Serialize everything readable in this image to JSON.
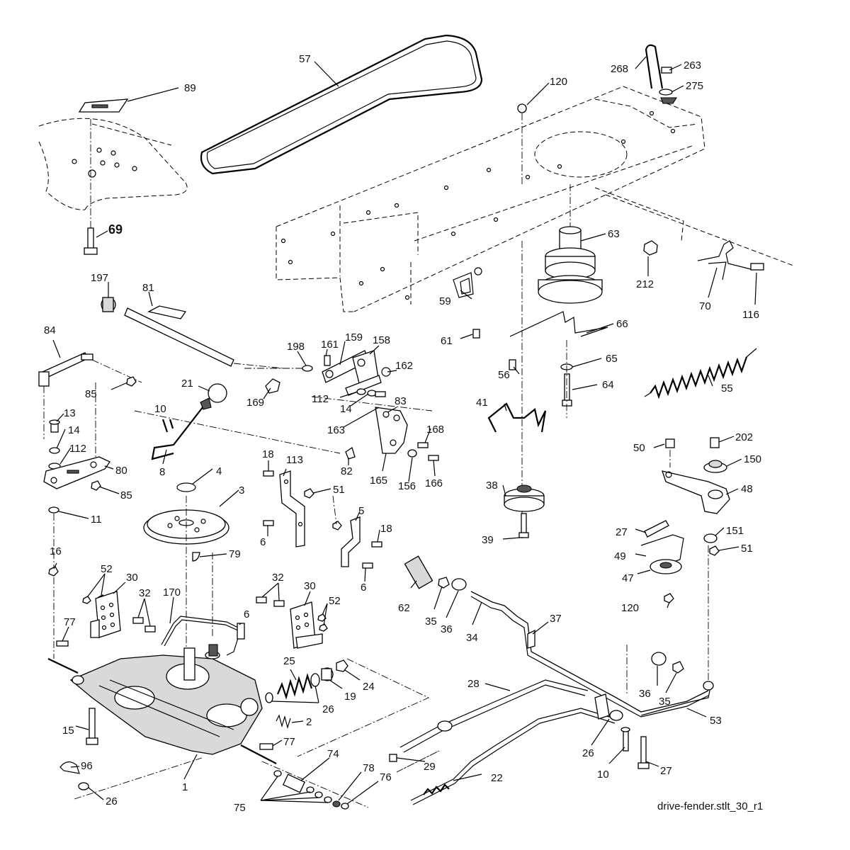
{
  "diagram": {
    "caption": "drive-fender.stlt_30_r1",
    "part_labels": [
      "57",
      "89",
      "268",
      "263",
      "275",
      "120",
      "69",
      "63",
      "212",
      "70",
      "116",
      "197",
      "81",
      "59",
      "61",
      "66",
      "84",
      "85",
      "198",
      "161",
      "159",
      "158",
      "162",
      "112",
      "14",
      "65",
      "56",
      "64",
      "55",
      "169",
      "163",
      "83",
      "168",
      "21",
      "41",
      "10",
      "13",
      "14",
      "112",
      "8",
      "82",
      "165",
      "156",
      "166",
      "50",
      "202",
      "150",
      "18",
      "113",
      "51",
      "38",
      "48",
      "4",
      "3",
      "80",
      "85",
      "11",
      "5",
      "18",
      "6",
      "27",
      "151",
      "39",
      "51",
      "6",
      "79",
      "49",
      "47",
      "16",
      "52",
      "30",
      "32",
      "170",
      "30",
      "32",
      "52",
      "62",
      "35",
      "36",
      "34",
      "37",
      "120",
      "6",
      "77",
      "25",
      "24",
      "19",
      "26",
      "36",
      "35",
      "28",
      "15",
      "2",
      "53",
      "77",
      "26",
      "10",
      "27",
      "29",
      "22",
      "74",
      "78",
      "76",
      "96",
      "1",
      "26",
      "75"
    ]
  }
}
